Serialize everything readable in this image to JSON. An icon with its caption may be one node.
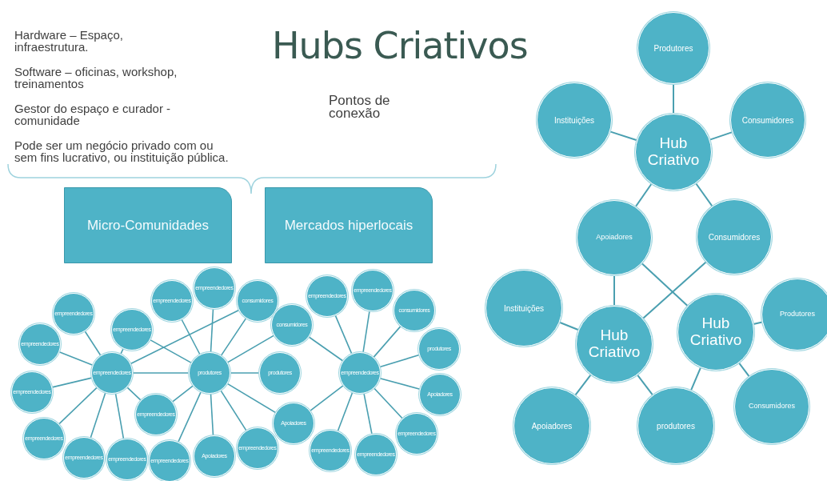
{
  "diagram": {
    "title": "Hubs Criativos",
    "nodes": [
      {
        "text": [
          "Micro-Comunidades"
        ]
      },
      {
        "text": [
          "Mercados hiperlocais"
        ]
      },
      {
        "text": [
          "Produtores"
        ]
      },
      {
        "text": [
          "Instituições"
        ]
      },
      {
        "text": [
          "Hub Criativo"
        ]
      },
      {
        "text": [
          "Consumidores"
        ]
      },
      {
        "text": [
          "Apoiadores"
        ]
      },
      {
        "text": [
          "Consumidores"
        ]
      },
      {
        "text": [
          "Instituições"
        ]
      },
      {
        "text": [
          "Hub Criativo"
        ]
      },
      {
        "text": [
          "Hub Criativo"
        ]
      },
      {
        "text": [
          "Produtores"
        ]
      },
      {
        "text": [
          "Apoiadores"
        ]
      },
      {
        "text": [
          "produtores"
        ]
      },
      {
        "text": [
          "Consumidores"
        ]
      },
      {
        "text": [
          "empreendedores"
        ]
      },
      {
        "text": [
          "empreendedores"
        ]
      },
      {
        "text": [
          "empreendedores"
        ]
      },
      {
        "text": [
          "empreendedores"
        ]
      },
      {
        "text": [
          "consumidores"
        ]
      },
      {
        "text": [
          "empreendedores"
        ]
      },
      {
        "text": [
          "consumidores"
        ]
      },
      {
        "text": [
          "consumidores"
        ]
      },
      {
        "text": [
          "empreendedores"
        ]
      },
      {
        "text": [
          "empreendedores"
        ]
      },
      {
        "text": [
          "empreendedores"
        ]
      },
      {
        "text": [
          "produtores"
        ]
      },
      {
        "text": [
          "empreendedores"
        ]
      },
      {
        "text": [
          "produtores"
        ]
      },
      {
        "text": [
          "produtores"
        ]
      },
      {
        "text": [
          "empreendedores"
        ]
      },
      {
        "text": [
          "empreendedores"
        ]
      },
      {
        "text": [
          "Apoiadores"
        ]
      },
      {
        "text": [
          "Apoiadores"
        ]
      },
      {
        "text": [
          "empreendedores"
        ]
      },
      {
        "text": [
          "empreendedores"
        ]
      },
      {
        "text": [
          "empreendedores"
        ]
      },
      {
        "text": [
          "empreendedores"
        ]
      },
      {
        "text": [
          "empreendedores"
        ]
      },
      {
        "text": [
          "empreendedores"
        ]
      },
      {
        "text": [
          "empreendedores"
        ]
      },
      {
        "text": [
          "Apoiadores"
        ]
      },
      {
        "text": [
          "empreendedores"
        ]
      }
    ],
    "edges": [
      {
        "from": 4,
        "to": 2,
        "arrow": "none"
      },
      {
        "from": 4,
        "to": 3,
        "arrow": "none"
      },
      {
        "from": 4,
        "to": 5,
        "arrow": "none"
      },
      {
        "from": 4,
        "to": 6,
        "arrow": "none"
      },
      {
        "from": 4,
        "to": 7,
        "arrow": "none"
      },
      {
        "from": 6,
        "to": 9,
        "arrow": "none"
      },
      {
        "from": 6,
        "to": 10,
        "arrow": "none"
      },
      {
        "from": 7,
        "to": 9,
        "arrow": "none"
      },
      {
        "from": 9,
        "to": 8,
        "arrow": "none"
      },
      {
        "from": 9,
        "to": 12,
        "arrow": "none"
      },
      {
        "from": 9,
        "to": 13,
        "arrow": "none"
      },
      {
        "from": 10,
        "to": 11,
        "arrow": "none"
      },
      {
        "from": 10,
        "to": 14,
        "arrow": "none"
      },
      {
        "from": 10,
        "to": 13,
        "arrow": "none"
      },
      {
        "from": 27,
        "to": 20,
        "arrow": "none"
      },
      {
        "from": 27,
        "to": 24,
        "arrow": "none"
      },
      {
        "from": 27,
        "to": 30,
        "arrow": "none"
      },
      {
        "from": 27,
        "to": 36,
        "arrow": "none"
      },
      {
        "from": 27,
        "to": 40,
        "arrow": "none"
      },
      {
        "from": 27,
        "to": 42,
        "arrow": "none"
      },
      {
        "from": 27,
        "to": 34,
        "arrow": "none"
      },
      {
        "from": 27,
        "to": 23,
        "arrow": "none"
      },
      {
        "from": 27,
        "to": 28,
        "arrow": "none"
      },
      {
        "from": 27,
        "to": 21,
        "arrow": "none"
      },
      {
        "from": 28,
        "to": 39,
        "arrow": "none"
      },
      {
        "from": 28,
        "to": 23,
        "arrow": "none"
      },
      {
        "from": 28,
        "to": 17,
        "arrow": "none"
      },
      {
        "from": 28,
        "to": 16,
        "arrow": "none"
      },
      {
        "from": 28,
        "to": 21,
        "arrow": "none"
      },
      {
        "from": 28,
        "to": 22,
        "arrow": "none"
      },
      {
        "from": 28,
        "to": 29,
        "arrow": "none"
      },
      {
        "from": 28,
        "to": 33,
        "arrow": "none"
      },
      {
        "from": 28,
        "to": 41,
        "arrow": "none"
      },
      {
        "from": 28,
        "to": 38,
        "arrow": "none"
      },
      {
        "from": 28,
        "to": 34,
        "arrow": "none"
      },
      {
        "from": 25,
        "to": 18,
        "arrow": "none"
      },
      {
        "from": 25,
        "to": 15,
        "arrow": "none"
      },
      {
        "from": 25,
        "to": 19,
        "arrow": "none"
      },
      {
        "from": 25,
        "to": 26,
        "arrow": "none"
      },
      {
        "from": 25,
        "to": 32,
        "arrow": "none"
      },
      {
        "from": 25,
        "to": 35,
        "arrow": "none"
      },
      {
        "from": 25,
        "to": 31,
        "arrow": "none"
      },
      {
        "from": 25,
        "to": 22,
        "arrow": "none"
      },
      {
        "from": 25,
        "to": 33,
        "arrow": "none"
      },
      {
        "from": 25,
        "to": 37,
        "arrow": "none"
      }
    ],
    "labels": [
      "Hardware – Espaço, infraestrutura.",
      "Software – oficinas, workshop, treinamentos",
      "Gestor do espaço e curador - comunidade",
      "Pode ser um negócio privado com ou sem fins lucrativo, ou instituição pública.",
      "Pontos de conexão"
    ]
  }
}
